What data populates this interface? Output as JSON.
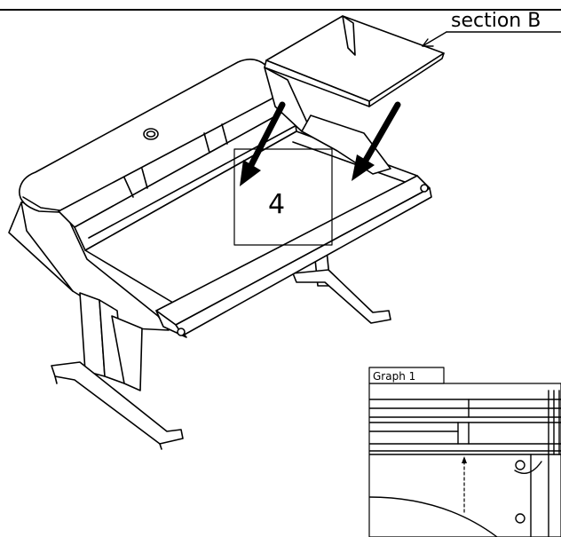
{
  "labels": {
    "section": "section B",
    "step": "4",
    "graph": "Graph 1"
  },
  "colors": {
    "line": "#000000",
    "paper": "#ffffff"
  },
  "icons": {
    "arrows": "down-left-arrow"
  }
}
